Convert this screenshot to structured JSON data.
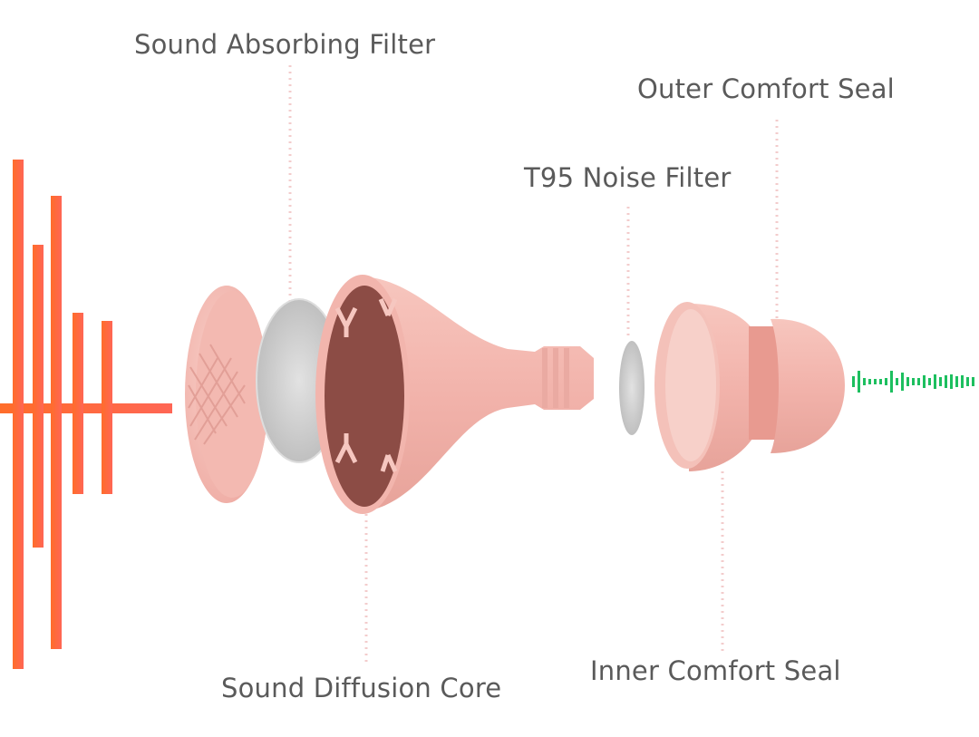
{
  "labels": {
    "sound_absorbing_filter": "Sound Absorbing Filter",
    "outer_comfort_seal": "Outer Comfort Seal",
    "t95_noise_filter": "T95 Noise Filter",
    "sound_diffusion_core": "Sound Diffusion Core",
    "inner_comfort_seal": "Inner Comfort Seal"
  },
  "colors": {
    "loud_wave": "#ff6a3d",
    "quiet_wave": "#1dbf5f",
    "earplug_pink": "#f4bcb4",
    "core_inner": "#8c4c45",
    "leader_line": "#f3cccc",
    "filter_gray": "#cfcfcf"
  }
}
